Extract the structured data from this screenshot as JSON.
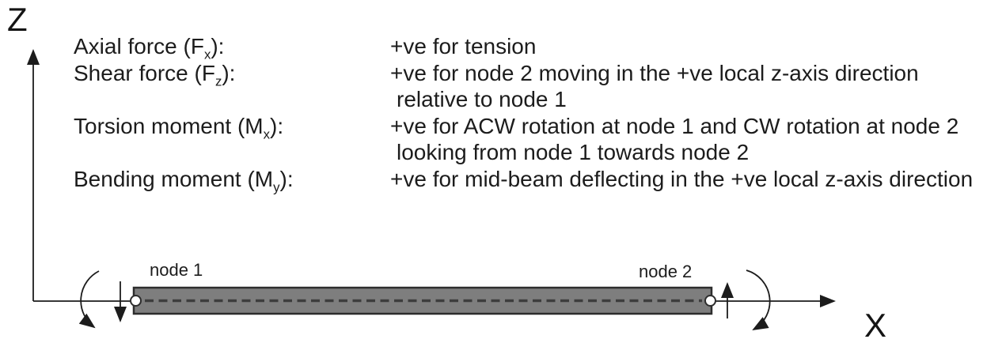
{
  "figure": {
    "definitions": [
      {
        "term_prefix": "Axial force (F",
        "term_sub": "x",
        "term_suffix": "):",
        "lines": [
          "+ve for tension"
        ]
      },
      {
        "term_prefix": "Shear force (F",
        "term_sub": "z",
        "term_suffix": "):",
        "lines": [
          "+ve for node 2 moving in the +ve local z-axis direction",
          "relative to node 1"
        ]
      },
      {
        "term_prefix": "Torsion moment (M",
        "term_sub": "x",
        "term_suffix": "):",
        "lines": [
          "+ve for ACW rotation at node 1 and CW rotation at node 2",
          "looking from node 1 towards node 2"
        ]
      },
      {
        "term_prefix": "Bending moment (M",
        "term_sub": "y",
        "term_suffix": "):",
        "lines": [
          "+ve for mid-beam deflecting in the +ve local z-axis direction"
        ]
      }
    ],
    "axes": {
      "vertical_label": "Z",
      "horizontal_label": "X"
    },
    "beam": {
      "node1_label": "node 1",
      "node2_label": "node 2"
    },
    "colors": {
      "ink": "#1c1c1c",
      "beam_fill": "#7e7e7e",
      "beam_border": "#2d2d2d",
      "centerline": "#3d3d3d",
      "node_fill": "#ffffff",
      "background": "#ffffff"
    }
  }
}
